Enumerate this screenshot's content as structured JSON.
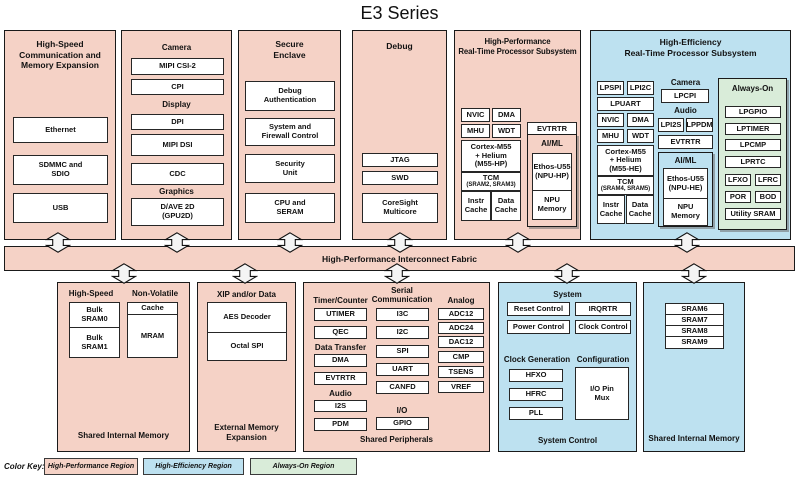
{
  "title": "E3 Series",
  "colors": {
    "high_performance_region": "#f5d2c6",
    "high_efficiency_region": "#bde1f0",
    "always_on_region": "#d9ecd9"
  },
  "fabric": {
    "label": "High-Performance Interconnect Fabric"
  },
  "top": {
    "hscme": {
      "title": "High-Speed\nCommunication and\nMemory Expansion",
      "boxes": [
        "Ethernet",
        "SDMMC and\nSDIO",
        "USB"
      ]
    },
    "media": {
      "camera_header": "Camera",
      "camera_boxes": [
        "MIPI CSI-2",
        "CPI"
      ],
      "display_header": "Display",
      "display_boxes": [
        "DPI",
        "MIPI DSI",
        "CDC"
      ],
      "graphics_header": "Graphics",
      "graphics_boxes": [
        "D/AVE 2D\n(GPU2D)"
      ]
    },
    "secure": {
      "title": "Secure\nEnclave",
      "boxes": [
        "Debug\nAuthentication",
        "System and\nFirewall Control",
        "Security\nUnit",
        "CPU and\nSERAM"
      ]
    },
    "debug": {
      "title": "Debug",
      "boxes": [
        "JTAG",
        "SWD",
        "CoreSight\nMulticore"
      ]
    },
    "hp": {
      "title": "High-Performance\nReal-Time Processor Subsystem",
      "nvic": "NVIC",
      "dma": "DMA",
      "mhu": "MHU",
      "wdt": "WDT",
      "evtrtr": "EVTRTR",
      "cortex": "Cortex-M55\n+ Helium\n(M55-HP)",
      "tcm": "TCM",
      "tcm_sub": "(SRAM2, SRAM3)",
      "instr_cache": "Instr\nCache",
      "data_cache": "Data\nCache",
      "aiml_header": "AI/ML",
      "npu": "Ethos-U55\n(NPU-HP)",
      "npu_memory": "NPU\nMemory"
    },
    "he": {
      "title": "High-Efficiency\nReal-Time Processor Subsystem",
      "lpspi": "LPSPI",
      "lpi2c": "LPI2C",
      "lpuart": "LPUART",
      "nvic": "NVIC",
      "dma": "DMA",
      "mhu": "MHU",
      "wdt": "WDT",
      "cortex": "Cortex-M55\n+ Helium\n(M55-HE)",
      "tcm": "TCM",
      "tcm_sub": "(SRAM4, SRAM5)",
      "instr_cache": "Instr\nCache",
      "data_cache": "Data\nCache",
      "camera_header": "Camera",
      "lpcpi": "LPCPI",
      "audio_header": "Audio",
      "lpi2s": "LPI2S",
      "lppdm": "LPPDM",
      "evtrtr": "EVTRTR",
      "aiml_header": "AI/ML",
      "npu": "Ethos-U55\n(NPU-HE)",
      "npu_memory": "NPU\nMemory",
      "always_on": {
        "title": "Always-On",
        "boxes": [
          "LPGPIO",
          "LPTIMER",
          "LPCMP",
          "LPRTC"
        ],
        "lfxo": "LFXO",
        "lfrc": "LFRC",
        "por": "POR",
        "bod": "BOD",
        "utility_sram": "Utility SRAM"
      }
    }
  },
  "bottom": {
    "memory_left": {
      "high_speed_header": "High-Speed",
      "non_volatile_header": "Non-Volatile",
      "bulk0": "Bulk\nSRAM0",
      "bulk1": "Bulk\nSRAM1",
      "cache": "Cache",
      "mram": "MRAM",
      "title": "Shared Internal Memory"
    },
    "external_memory": {
      "header": "XIP and/or Data",
      "aes": "AES Decoder",
      "octal": "Octal SPI",
      "title": "External Memory\nExpansion"
    },
    "peripherals": {
      "timer_header": "Timer/Counter",
      "utimer": "UTIMER",
      "qec": "QEC",
      "data_transfer_header": "Data Transfer",
      "dma": "DMA",
      "evtrtr": "EVTRTR",
      "audio_header": "Audio",
      "i2s": "I2S",
      "pdm": "PDM",
      "serial_header": "Serial\nCommunication",
      "serial_boxes": [
        "I3C",
        "I2C",
        "SPI",
        "UART",
        "CANFD"
      ],
      "io_header": "I/O",
      "gpio": "GPIO",
      "analog_header": "Analog",
      "analog_boxes": [
        "ADC12",
        "ADC24",
        "DAC12",
        "CMP",
        "TSENS",
        "VREF"
      ],
      "title": "Shared Peripherals"
    },
    "system_control": {
      "system_header": "System",
      "reset": "Reset Control",
      "irqrtr": "IRQRTR",
      "power": "Power Control",
      "clock": "Clock Control",
      "clock_gen_header": "Clock Generation",
      "hfxo": "HFXO",
      "hfrc": "HFRC",
      "pll": "PLL",
      "config_header": "Configuration",
      "pinmux": "I/O Pin\nMux",
      "title": "System Control"
    },
    "memory_right": {
      "boxes": [
        "SRAM6",
        "SRAM7",
        "SRAM8",
        "SRAM9"
      ],
      "title": "Shared Internal Memory"
    }
  },
  "color_key": {
    "label": "Color Key:",
    "items": [
      {
        "label": "High-Performance Region"
      },
      {
        "label": "High-Efficiency Region"
      },
      {
        "label": "Always-On Region"
      }
    ]
  }
}
